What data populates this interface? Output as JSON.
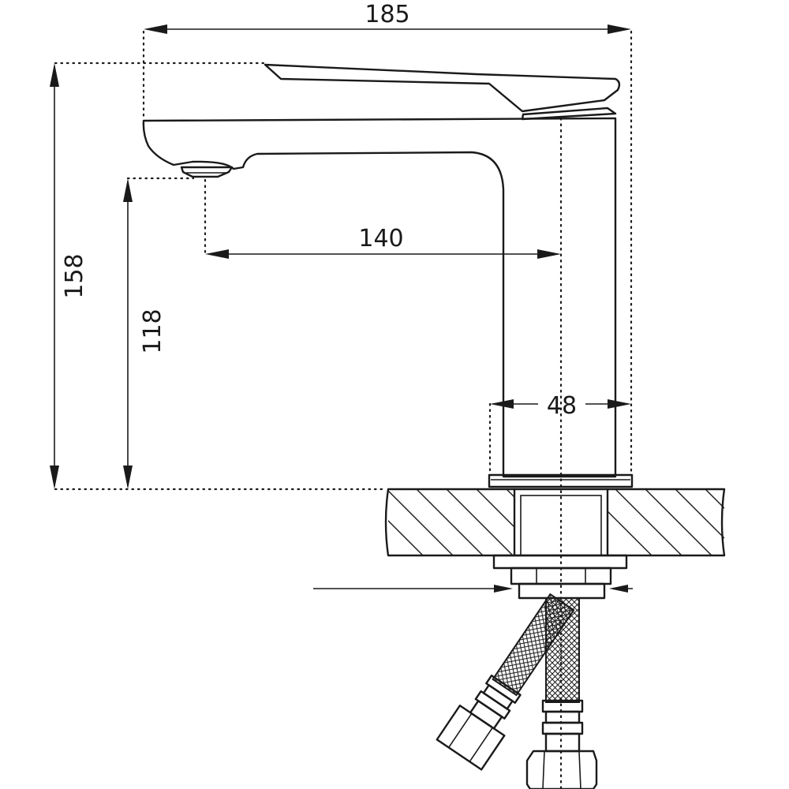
{
  "diagram": {
    "dimensions": {
      "overall_width": "185",
      "overall_height": "158",
      "spout_height": "118",
      "spout_reach": "140",
      "body_width": "48"
    },
    "colors": {
      "line": "#1a1a1a",
      "background": "#ffffff"
    }
  }
}
